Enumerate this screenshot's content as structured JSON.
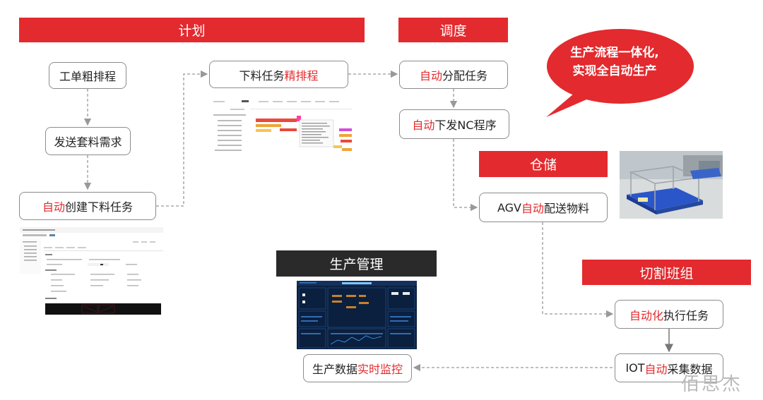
{
  "banners": {
    "plan": "计划",
    "dispatch": "调度",
    "warehouse": "仓储",
    "cutting": "切割班组",
    "production": "生产管理"
  },
  "bubble": {
    "line1": "生产流程一体化,",
    "line2": "实现全自动生产"
  },
  "nodes": {
    "rough_schedule": "工单粗排程",
    "send_demand": "发送套料需求",
    "auto_create": {
      "prefix": "自动",
      "rest": "创建下料任务"
    },
    "fine_schedule": {
      "prefix": "下料任务",
      "highlight": "精排程"
    },
    "auto_assign": {
      "prefix": "自动",
      "rest": "分配任务"
    },
    "auto_nc": {
      "prefix": "自动",
      "rest": "下发NC程序"
    },
    "agv": {
      "pre": "AGV",
      "highlight": "自动",
      "post": "配送物料"
    },
    "auto_exec": {
      "prefix": "自动化",
      "rest": "执行任务"
    },
    "iot": {
      "pre": "IOT",
      "highlight": "自动",
      "post": "采集数据"
    },
    "monitor": {
      "prefix": "生产数据",
      "highlight": "实时监控"
    }
  },
  "watermark": "佰思杰",
  "colors": {
    "accent": "#e32a2e",
    "dark_banner": "#2a2a2a",
    "node_border": "#8c8c8c",
    "connector": "#999999",
    "dashboard_bg": "#0b1f3e",
    "agv_body": "#2b56c9"
  }
}
